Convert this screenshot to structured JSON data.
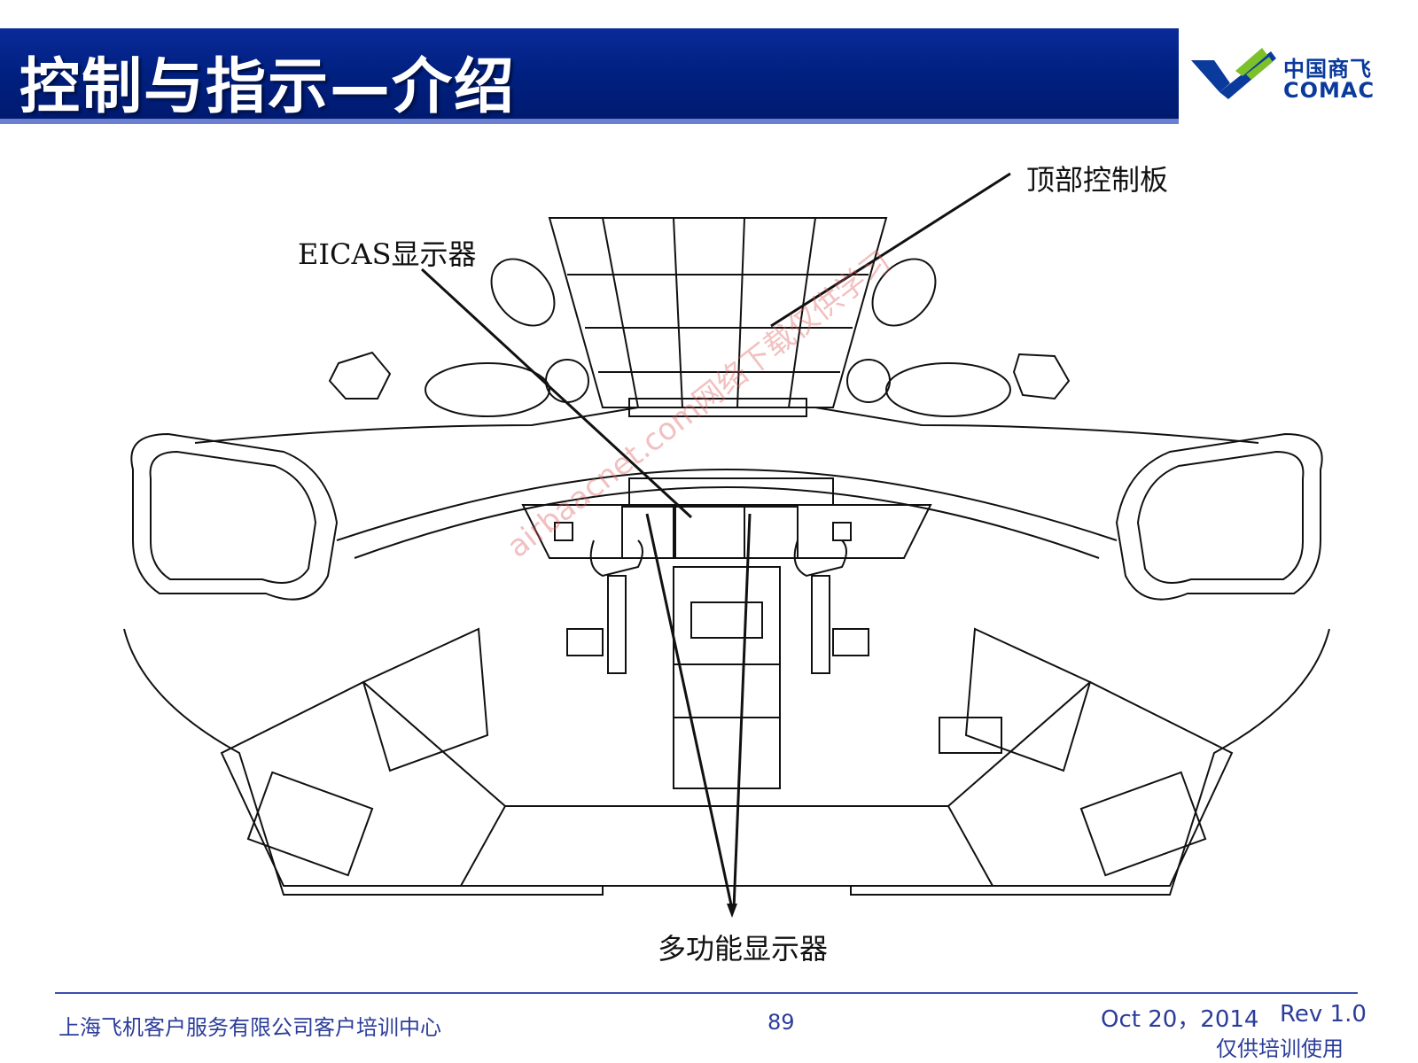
{
  "header": {
    "title": "控制与指示—介绍"
  },
  "logo": {
    "cn": "中国商飞",
    "en": "COMAC",
    "icon": "comac-logo-icon"
  },
  "diagram": {
    "callouts": {
      "overhead_panel": "顶部控制板",
      "eicas": "EICAS显示器",
      "mfd": "多功能显示器"
    },
    "watermark": "airbaacnet.com网络下载仅供学习"
  },
  "footer": {
    "company": "上海飞机客户服务有限公司客户培训中心",
    "page": "89",
    "date": "Oct 20，2014",
    "rev": "Rev 1.0",
    "note": "仅供培训使用"
  },
  "colors": {
    "header_bg": "#002080",
    "accent": "#2b3d9a",
    "logo_green": "#7cc02a"
  }
}
